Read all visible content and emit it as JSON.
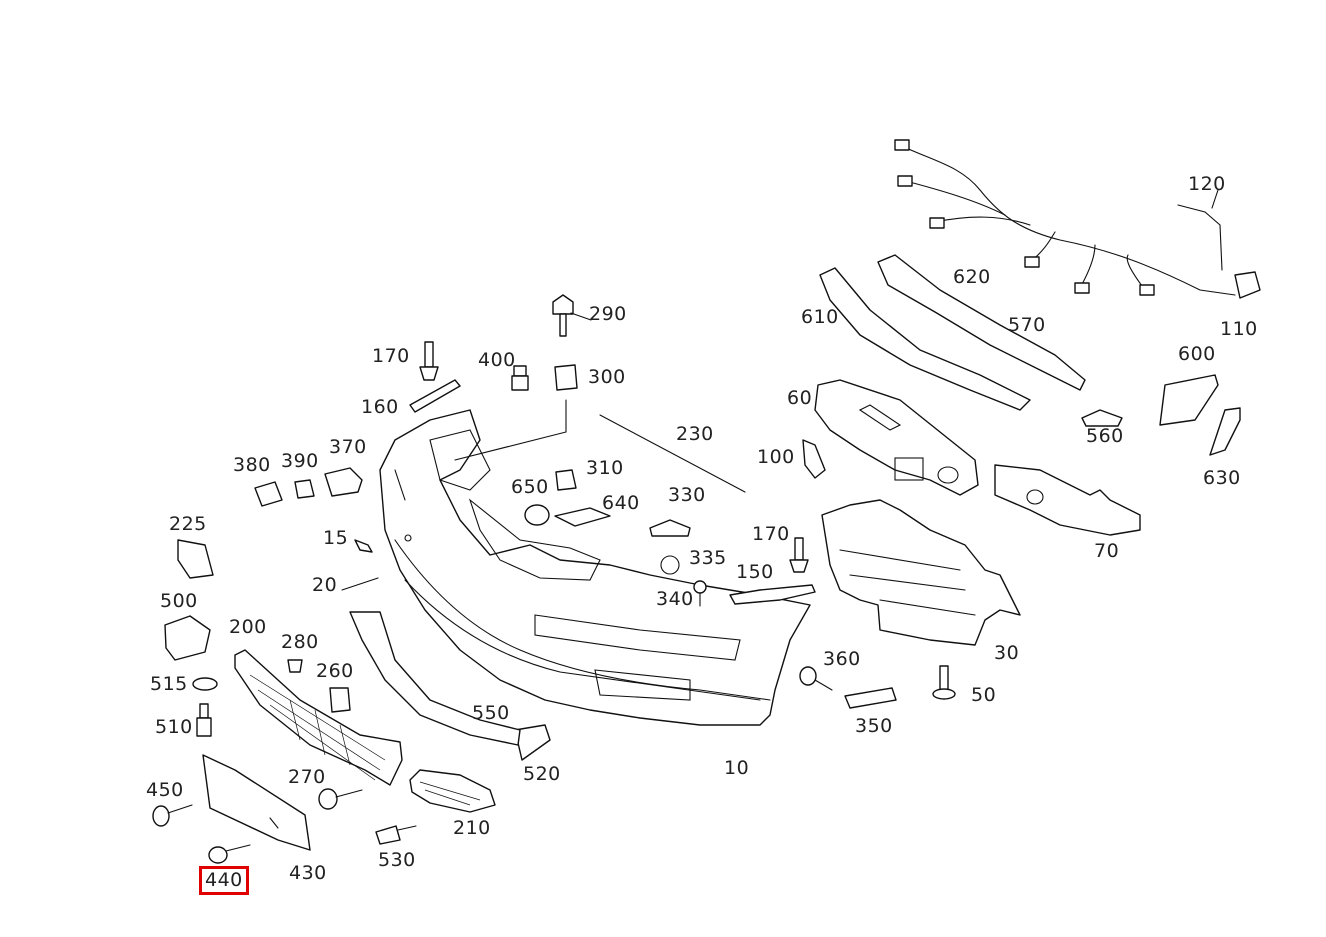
{
  "diagram": {
    "highlight_color": "#e00000",
    "highlighted_part": "440",
    "labels": {
      "p10": "10",
      "p15": "15",
      "p20": "20",
      "p30": "30",
      "p50": "50",
      "p60": "60",
      "p70": "70",
      "p100": "100",
      "p110": "110",
      "p120": "120",
      "p150": "150",
      "p160": "160",
      "p170a": "170",
      "p170b": "170",
      "p200": "200",
      "p210": "210",
      "p225": "225",
      "p230": "230",
      "p260": "260",
      "p270": "270",
      "p280": "280",
      "p290": "290",
      "p300": "300",
      "p310": "310",
      "p330": "330",
      "p335": "335",
      "p340": "340",
      "p350": "350",
      "p360": "360",
      "p370": "370",
      "p380": "380",
      "p390": "390",
      "p400": "400",
      "p430": "430",
      "p440": "440",
      "p450": "450",
      "p500": "500",
      "p510": "510",
      "p515": "515",
      "p520": "520",
      "p530": "530",
      "p550": "550",
      "p560": "560",
      "p570": "570",
      "p600": "600",
      "p610": "610",
      "p620": "620",
      "p630": "630",
      "p640": "640",
      "p650": "650"
    }
  }
}
